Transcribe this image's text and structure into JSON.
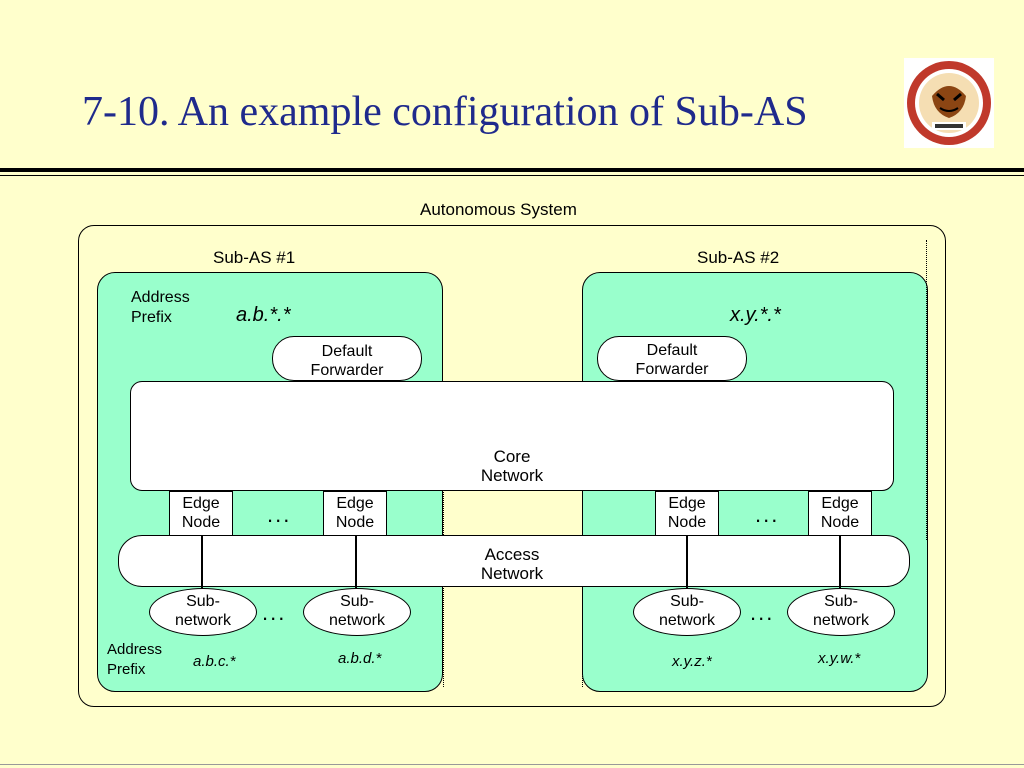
{
  "slide": {
    "title": "7-10. An example configuration of Sub-AS"
  },
  "diagram": {
    "as_label": "Autonomous System",
    "subas1": {
      "label": "Sub-AS #1",
      "address_prefix_label": "Address Prefix",
      "prefix": "a.b.*.*",
      "default_forwarder": "Default Forwarder",
      "edge_nodes": [
        "Edge Node",
        "Edge Node"
      ],
      "subnetworks": [
        "Sub- network",
        "Sub- network"
      ],
      "bottom_prefix_label": "Address Prefix",
      "subnet_prefixes": [
        "a.b.c.*",
        "a.b.d.*"
      ]
    },
    "subas2": {
      "label": "Sub-AS #2",
      "prefix": "x.y.*.*",
      "default_forwarder": "Default Forwarder",
      "edge_nodes": [
        "Edge Node",
        "Edge Node"
      ],
      "subnetworks": [
        "Sub- network",
        "Sub- network"
      ],
      "subnet_prefixes": [
        "x.y.z.*",
        "x.y.w.*"
      ]
    },
    "core_network": "Core Network",
    "access_network": "Access Network",
    "ellipsis": "..."
  },
  "colors": {
    "background": "#ffffcc",
    "subas_fill": "#99ffcc",
    "title": "#1f2a8c"
  },
  "icons": {
    "logo": "korea-university-tiger-emblem"
  }
}
